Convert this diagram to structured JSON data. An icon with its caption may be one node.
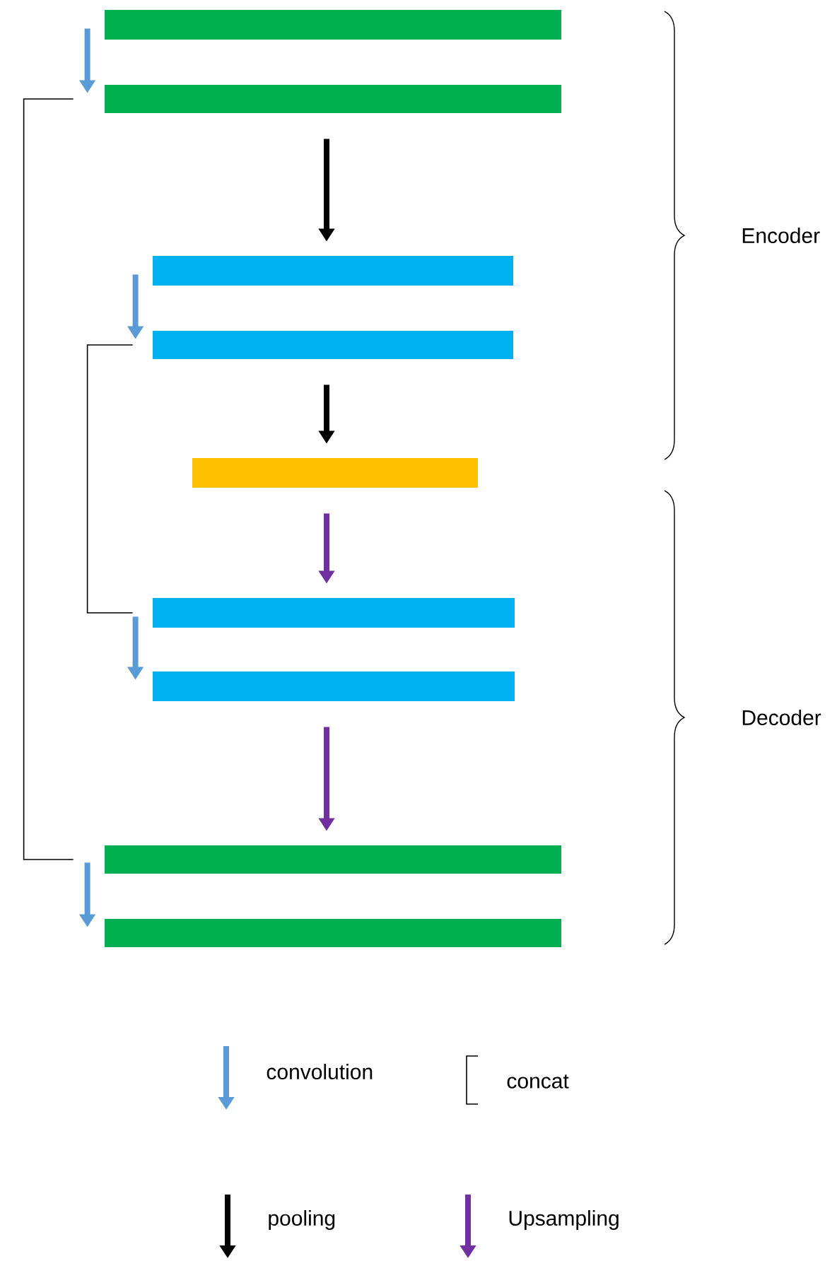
{
  "diagram": {
    "nodes": [
      {
        "text": [],
        "shape": "bar"
      },
      {
        "text": [],
        "shape": "bar"
      },
      {
        "text": [],
        "shape": "bar"
      },
      {
        "text": [],
        "shape": "bar"
      },
      {
        "text": [],
        "shape": "bar"
      },
      {
        "text": [],
        "shape": "bar"
      },
      {
        "text": [],
        "shape": "bar"
      },
      {
        "text": [],
        "shape": "bar"
      },
      {
        "text": [],
        "shape": "bar"
      }
    ],
    "edges": [
      {
        "from": 0,
        "to": 1,
        "arrow": "to",
        "color": "#5b9bd5"
      },
      {
        "from": 1,
        "to": 2,
        "arrow": "to",
        "color": "#000000"
      },
      {
        "from": 2,
        "to": 3,
        "arrow": "to",
        "color": "#5b9bd5"
      },
      {
        "from": 3,
        "to": 4,
        "arrow": "to",
        "color": "#000000"
      },
      {
        "from": 4,
        "to": 5,
        "arrow": "to",
        "color": "#7030a0"
      },
      {
        "from": 5,
        "to": 6,
        "arrow": "to",
        "color": "#5b9bd5"
      },
      {
        "from": 6,
        "to": 7,
        "arrow": "to",
        "color": "#7030a0"
      },
      {
        "from": 7,
        "to": 8,
        "arrow": "to",
        "color": "#5b9bd5"
      },
      {
        "from": 1,
        "to": 7,
        "arrow": "none",
        "color": "#000000"
      },
      {
        "from": 3,
        "to": 5,
        "arrow": "none",
        "color": "#000000"
      }
    ],
    "labels": [
      "Encoder",
      "Decoder"
    ],
    "legend": [
      {
        "text": "convolution"
      },
      {
        "text": "concat"
      },
      {
        "text": "pooling"
      },
      {
        "text": "Upsampling"
      }
    ]
  }
}
